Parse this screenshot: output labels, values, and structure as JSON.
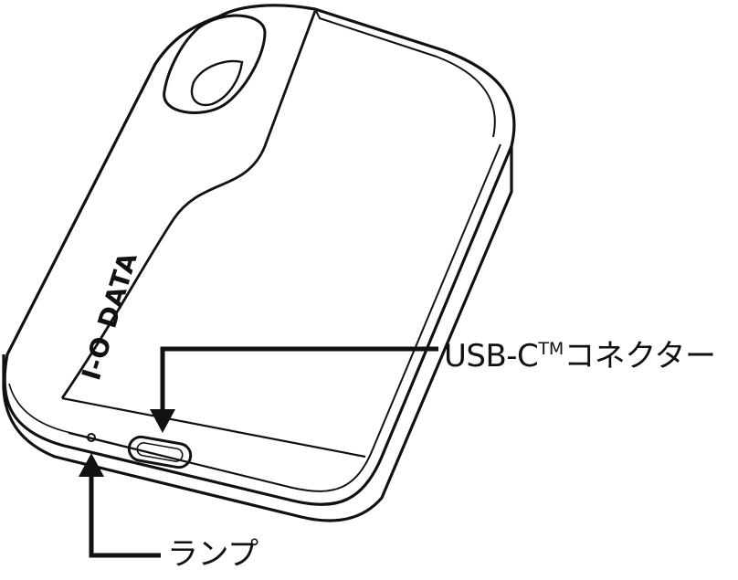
{
  "device": {
    "brand_logo": "I-O DATA"
  },
  "callouts": {
    "usb_connector": {
      "text_main": "USB-C",
      "text_tm": "TM",
      "text_rest": "コネクター"
    },
    "lamp": {
      "text": "ランプ"
    }
  },
  "colors": {
    "line": "#111111",
    "background": "#ffffff"
  }
}
